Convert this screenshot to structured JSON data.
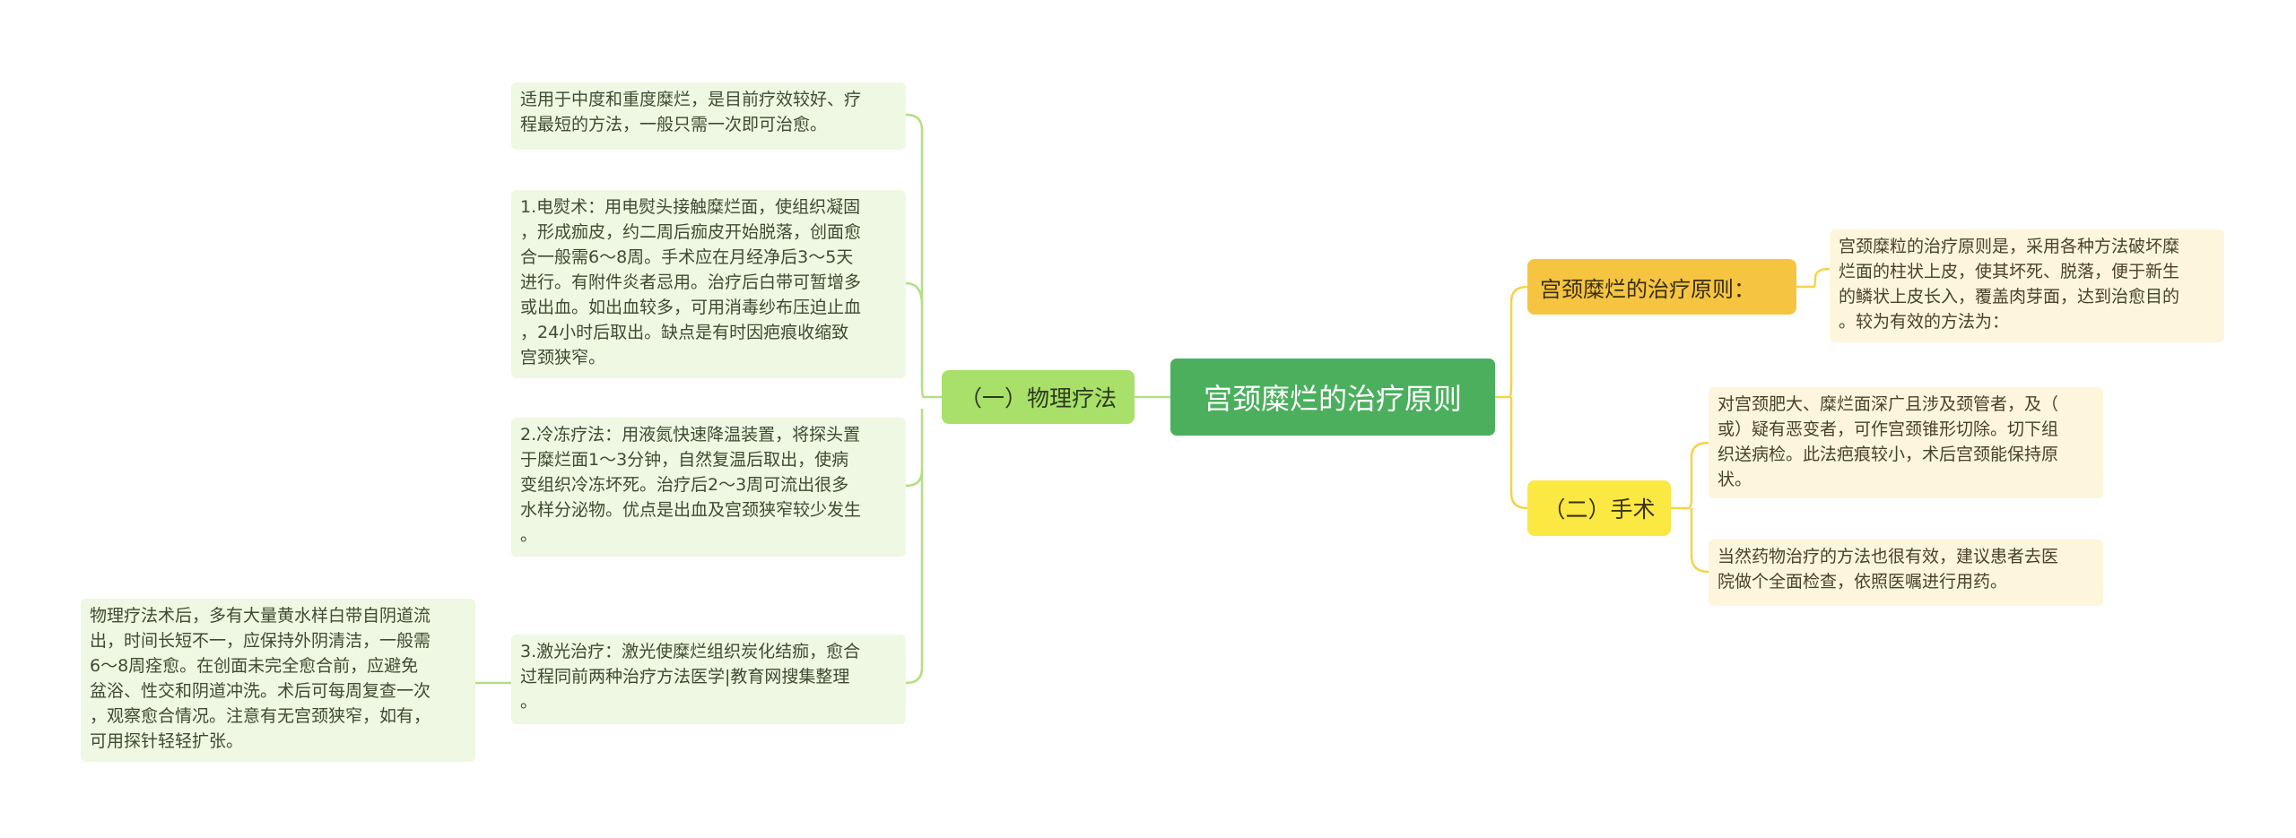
{
  "colors": {
    "root": "#4caf5e",
    "branch_physical": "#a8e06a",
    "branch_principle": "#f5c542",
    "branch_surgery": "#fbe843",
    "leaf_green": "#eef8e2",
    "leaf_yellow": "#fdf6dc",
    "line_green": "#b5dd86",
    "line_yellow": "#f5d34a"
  },
  "root": {
    "label": "宫颈糜烂的治疗原则"
  },
  "branches": {
    "physical": {
      "label": "（一）物理疗法",
      "leaves": [
        "适用于中度和重度糜烂，是目前疗效较好、疗\n程最短的方法，一般只需一次即可治愈。",
        "1.电熨术：用电熨头接触糜烂面，使组织凝固\n，形成痂皮，约二周后痂皮开始脱落，创面愈\n合一般需6～8周。手术应在月经净后3～5天\n进行。有附件炎者忌用。治疗后白带可暂增多\n或出血。如出血较多，可用消毒纱布压迫止血\n，24小时后取出。缺点是有时因疤痕收缩致\n宫颈狭窄。",
        "2.冷冻疗法：用液氮快速降温装置，将探头置\n于糜烂面1～3分钟，自然复温后取出，使病\n变组织冷冻坏死。治疗后2～3周可流出很多\n水样分泌物。优点是出血及宫颈狭窄较少发生\n。",
        "3.激光治疗：激光使糜烂组织炭化结痂，愈合\n过程同前两种治疗方法医学|教育网搜集整理\n。"
      ],
      "subleaf": "物理疗法术后，多有大量黄水样白带自阴道流\n出，时间长短不一，应保持外阴清洁，一般需\n6～8周痊愈。在创面未完全愈合前，应避免\n盆浴、性交和阴道冲洗。术后可每周复查一次\n，观察愈合情况。注意有无宫颈狭窄，如有，\n可用探针轻轻扩张。"
    },
    "principle": {
      "label": "宫颈糜烂的治疗原则：",
      "leaf": "宫颈糜粒的治疗原则是，采用各种方法破坏糜\n烂面的柱状上皮，使其坏死、脱落，便于新生\n的鳞状上皮长入，覆盖肉芽面，达到治愈目的\n。较为有效的方法为："
    },
    "surgery": {
      "label": "（二）手术",
      "leaves": [
        "对宫颈肥大、糜烂面深广且涉及颈管者，及（\n或）疑有恶变者，可作宫颈锥形切除。切下组\n织送病检。此法疤痕较小，术后宫颈能保持原\n状。",
        "当然药物治疗的方法也很有效，建议患者去医\n院做个全面检查，依照医嘱进行用药。"
      ]
    }
  }
}
